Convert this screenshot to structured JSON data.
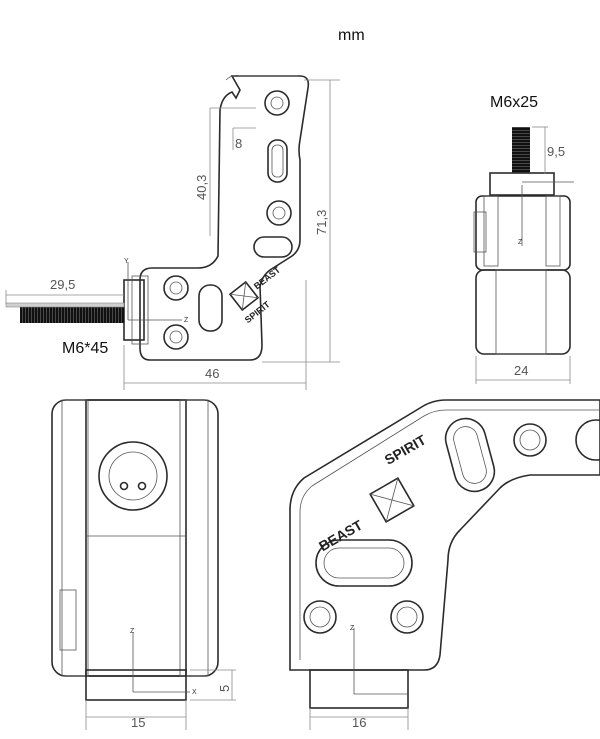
{
  "unit": "mm",
  "front_view": {
    "bolt_label": "M6*45",
    "dims": {
      "bolt_len": "29,5",
      "slot_len": "8",
      "slot_offset": "40,3",
      "height": "71,3",
      "width": "46"
    },
    "axes": {
      "y": "Y",
      "z": "Z"
    },
    "brand_top": "BEAST",
    "brand_bottom": "SPIRIT"
  },
  "side_view": {
    "bolt_label": "M6x25",
    "dims": {
      "bolt_protrusion": "9,5",
      "width": "24"
    },
    "axes": {
      "z": "Z"
    }
  },
  "bottom_left_view": {
    "dims": {
      "width": "15",
      "depth": "5"
    },
    "axes": {
      "z": "Z",
      "x": "X"
    }
  },
  "bottom_right_view": {
    "dims": {
      "width": "16"
    },
    "axes": {
      "z": "Z"
    },
    "brand_top": "SPIRIT",
    "brand_bottom": "BEAST"
  },
  "colors": {
    "line": "#2b2b2b",
    "dimension": "#8a8a8a",
    "thread": "#111111"
  }
}
